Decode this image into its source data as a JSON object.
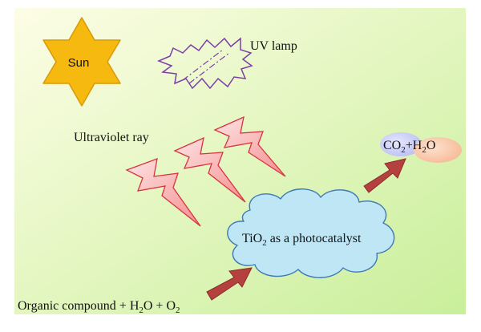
{
  "labels": {
    "sun": "Sun",
    "uv_lamp": "UV lamp",
    "ultraviolet_ray": "Ultraviolet ray",
    "catalyst": {
      "pre": "TiO",
      "sub": "2",
      "post": " as a photocatalyst"
    },
    "product_co2": {
      "pre": "CO",
      "sub": "2"
    },
    "product_plus": "+",
    "product_h2o": {
      "pre": "H",
      "sub": "2",
      "post": "O"
    },
    "reactants": {
      "p1": "Organic compound + H",
      "s1": "2",
      "p2": "O + O",
      "s2": "2"
    }
  },
  "colors": {
    "background_top": "#fdfde6",
    "background_bottom": "#c9ef9a",
    "sun_fill": "#f5b90f",
    "sun_stroke": "#d79a0a",
    "lamp_stroke": "#7b3fa6",
    "bolt_fill_light": "#fde3e3",
    "bolt_fill_dark": "#f58f8f",
    "bolt_stroke": "#d9333f",
    "cloud_fill": "#bfe6f5",
    "cloud_stroke": "#3c79b6",
    "arrow_fill": "#b5413e",
    "co2_fill": "#b8bdf2",
    "h2o_fill": "#f6b894"
  }
}
